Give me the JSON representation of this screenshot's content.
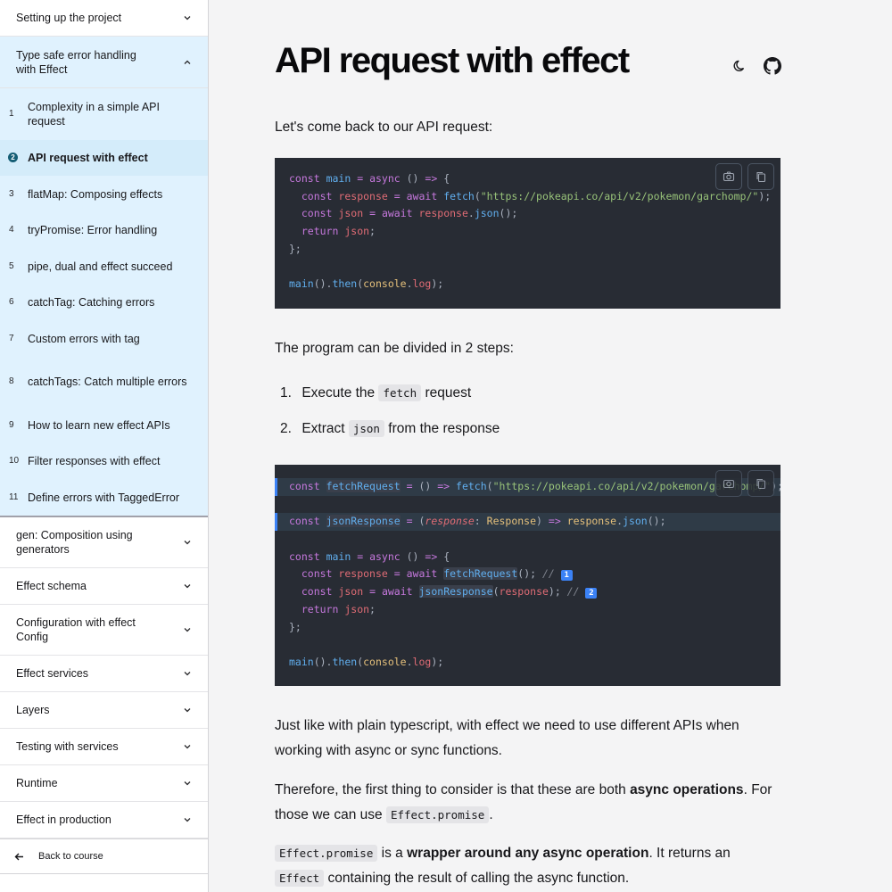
{
  "sidebar": {
    "sections_top": [
      {
        "label": "Setting up the project"
      }
    ],
    "open_section": {
      "label": "Type safe error handling with Effect"
    },
    "lessons": [
      {
        "num": "1",
        "label": "Complexity in a simple API request"
      },
      {
        "num": "2",
        "label": "API request with effect"
      },
      {
        "num": "3",
        "label": "flatMap: Composing effects"
      },
      {
        "num": "4",
        "label": "tryPromise: Error handling"
      },
      {
        "num": "5",
        "label": "pipe, dual and effect succeed"
      },
      {
        "num": "6",
        "label": "catchTag: Catching errors"
      },
      {
        "num": "7",
        "label": "Custom errors with tag"
      },
      {
        "num": "8",
        "label": "catchTags: Catch multiple errors"
      },
      {
        "num": "9",
        "label": "How to learn new effect APIs"
      },
      {
        "num": "10",
        "label": "Filter responses with effect"
      },
      {
        "num": "11",
        "label": "Define errors with TaggedError"
      }
    ],
    "sections_bottom": [
      {
        "label": "gen: Composition using generators"
      },
      {
        "label": "Effect schema"
      },
      {
        "label": "Configuration with effect Config"
      },
      {
        "label": "Effect services"
      },
      {
        "label": "Layers"
      },
      {
        "label": "Testing with services"
      },
      {
        "label": "Runtime"
      },
      {
        "label": "Effect in production"
      }
    ],
    "back_label": "Back to course"
  },
  "main": {
    "title": "API request with effect",
    "intro": "Let's come back to our API request:",
    "steps_intro": "The program can be divided in 2 steps:",
    "steps": [
      {
        "n": "1.",
        "before": "Execute the",
        "code": "fetch",
        "after": "request"
      },
      {
        "n": "2.",
        "before": "Extract",
        "code": "json",
        "after": "from the response"
      }
    ],
    "p1": "Just like with plain typescript, with effect we need to use different APIs when working with async or sync functions.",
    "p2_a": "Therefore, the first thing to consider is that these are both",
    "p2_b": "async operations",
    "p2_c": ".",
    "p2_d": "For those we can use",
    "p2_code": "Effect.promise",
    "p2_e": ".",
    "p3_code1": "Effect.promise",
    "p3_a": "is a",
    "p3_b": "wrapper around any async operation",
    "p3_c": ". It returns an",
    "p3_code2": "Effect",
    "p3_d": "containing the result of calling the async function.",
    "url": "\"https://pokeapi.co/api/v2/pokemon/garchomp/\""
  },
  "icons": {
    "theme": "moon-icon",
    "repo": "github-icon",
    "screenshot": "camera-icon",
    "copy": "copy-icon"
  }
}
